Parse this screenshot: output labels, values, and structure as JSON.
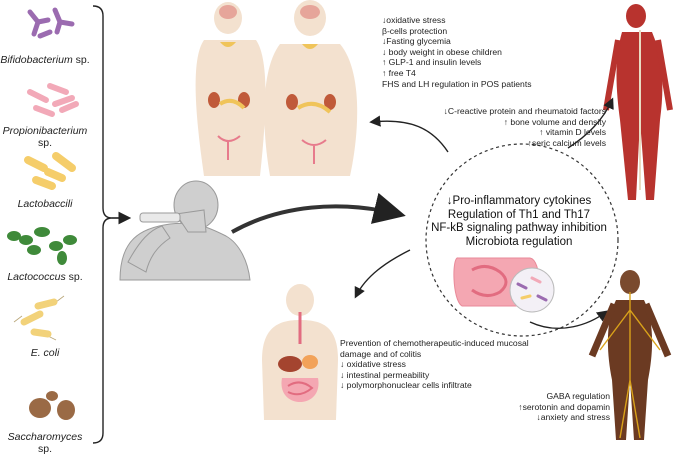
{
  "bacteria": [
    {
      "genus": "Bifidobacterium",
      "suffix": " sp."
    },
    {
      "genus": "Propionibacterium",
      "suffix": " sp."
    },
    {
      "genus": "Lactobaccili",
      "suffix": ""
    },
    {
      "genus": "Lactococcus",
      "suffix": " sp."
    },
    {
      "genus": "E. coli",
      "suffix": ""
    },
    {
      "genus": "Saccharomyces",
      "suffix": " sp."
    }
  ],
  "metabolic_effects": [
    "↓oxidative stress",
    "β-cells protection",
    "↓Fasting glycemia",
    "↓ body weight in obese children",
    "↑ GLP-1 and insulin levels",
    "↑ free T4",
    "FHS and LH regulation in POS patients"
  ],
  "musculoskeletal_effects": [
    "↓C-reactive protein and rheumatoid factors",
    "↑ bone volume and density",
    "↑ vitamin D levels",
    "↑seric calcium levels"
  ],
  "central_effects": [
    "↓Pro-inflammatory cytokines",
    "Regulation of Th1 and Th17",
    "NF-kB signaling pathway inhibition",
    "Microbiota regulation"
  ],
  "gut_effects": [
    "Prevention of chemotherapeutic-induced mucosal",
    "damage and of colitis",
    "↓ oxidative stress",
    "↓ intestinal permeability",
    "↓ polymorphonuclear cells infiltrate"
  ],
  "neuro_effects": [
    "GABA regulation",
    "↑serotonin and dopamin",
    "↓anxiety and stress"
  ],
  "colors": {
    "bifido": "#9b6bb0",
    "propioni": "#f2a9b8",
    "lacto": "#f5cd6a",
    "lactococcus": "#3f8a3a",
    "ecoli": "#f2d27a",
    "saccharo": "#9a6a45",
    "skin": "#f3e1cf",
    "muscle": "#b8332e",
    "nerve": "#d9a21a",
    "body_dark": "#6b3a22"
  }
}
